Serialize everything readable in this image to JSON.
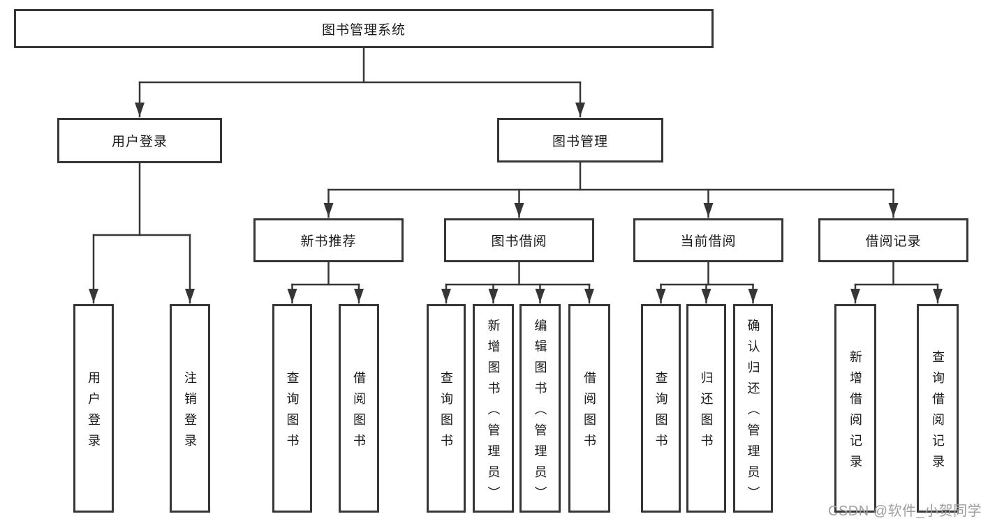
{
  "diagram_type": "hierarchy-tree",
  "colors": {
    "line": "#363636",
    "text": "#1a1a1a",
    "bg": "#ffffff",
    "watermark": "#9e9e9e"
  },
  "tree": {
    "label": "图书管理系统",
    "children": [
      {
        "label": "用户登录",
        "children": [
          {
            "label": "用户登录"
          },
          {
            "label": "注销登录"
          }
        ]
      },
      {
        "label": "图书管理",
        "children": [
          {
            "label": "新书推荐",
            "children": [
              {
                "label": "查询图书"
              },
              {
                "label": "借阅图书"
              }
            ]
          },
          {
            "label": "图书借阅",
            "children": [
              {
                "label": "查询图书"
              },
              {
                "label": "新增图书（管理员）"
              },
              {
                "label": "编辑图书（管理员）"
              },
              {
                "label": "借阅图书"
              }
            ]
          },
          {
            "label": "当前借阅",
            "children": [
              {
                "label": "查询图书"
              },
              {
                "label": "归还图书"
              },
              {
                "label": "确认归还（管理员）"
              }
            ]
          },
          {
            "label": "借阅记录",
            "children": [
              {
                "label": "新增借阅记录"
              },
              {
                "label": "查询借阅记录"
              }
            ]
          }
        ]
      }
    ]
  },
  "watermark": {
    "text": "CSDN @软件_小贺同学"
  }
}
